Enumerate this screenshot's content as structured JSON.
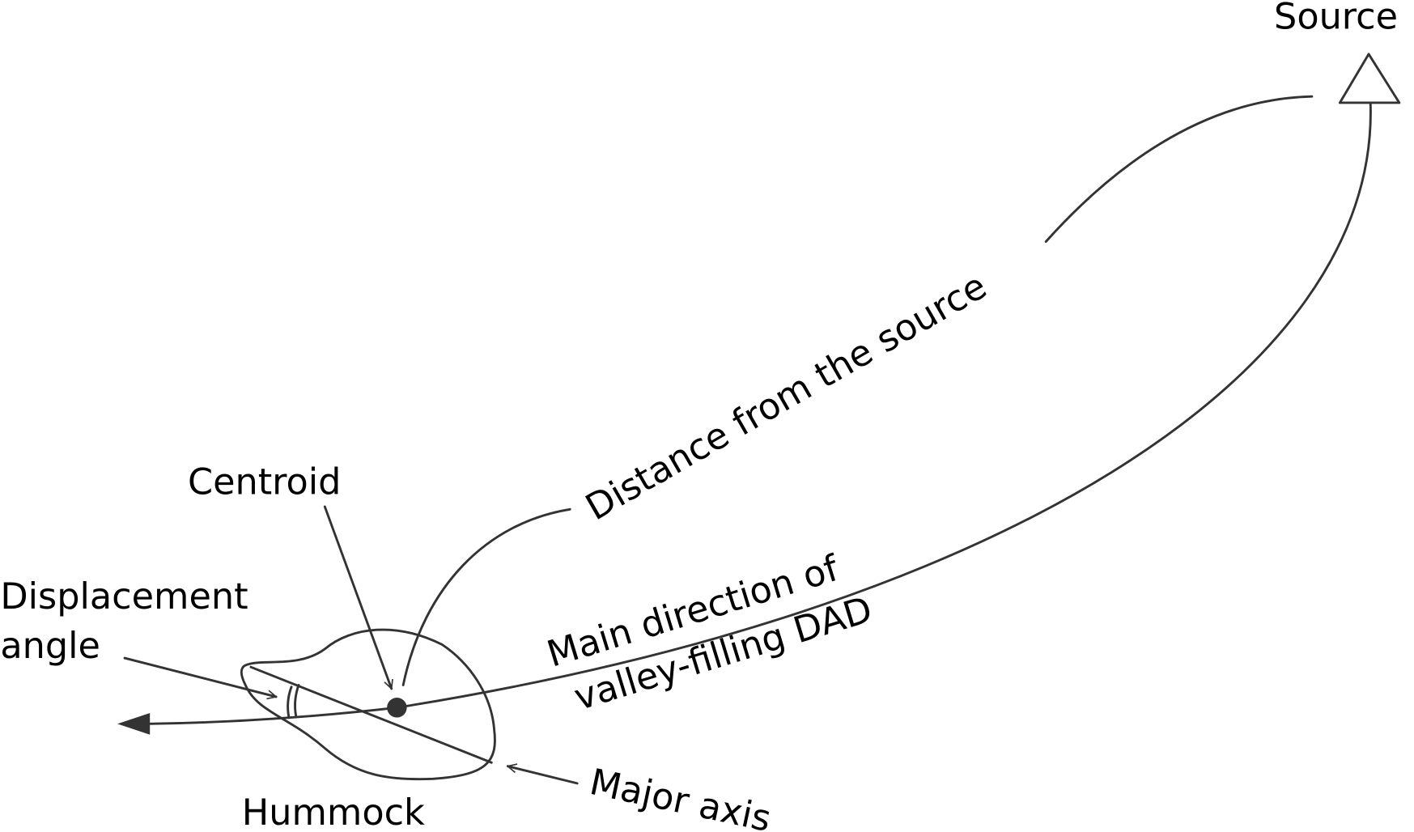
{
  "labels": {
    "source": "Source",
    "distance": "Distance from the source",
    "centroid": "Centroid",
    "displacement_line1": "Displacement",
    "displacement_line2": "angle",
    "main_direction_line1": "Main direction of",
    "main_direction_line2": "valley-filling DAD",
    "major_axis": "Major axis",
    "hummock": "Hummock"
  },
  "colors": {
    "line": "#333333",
    "text": "#000000"
  }
}
